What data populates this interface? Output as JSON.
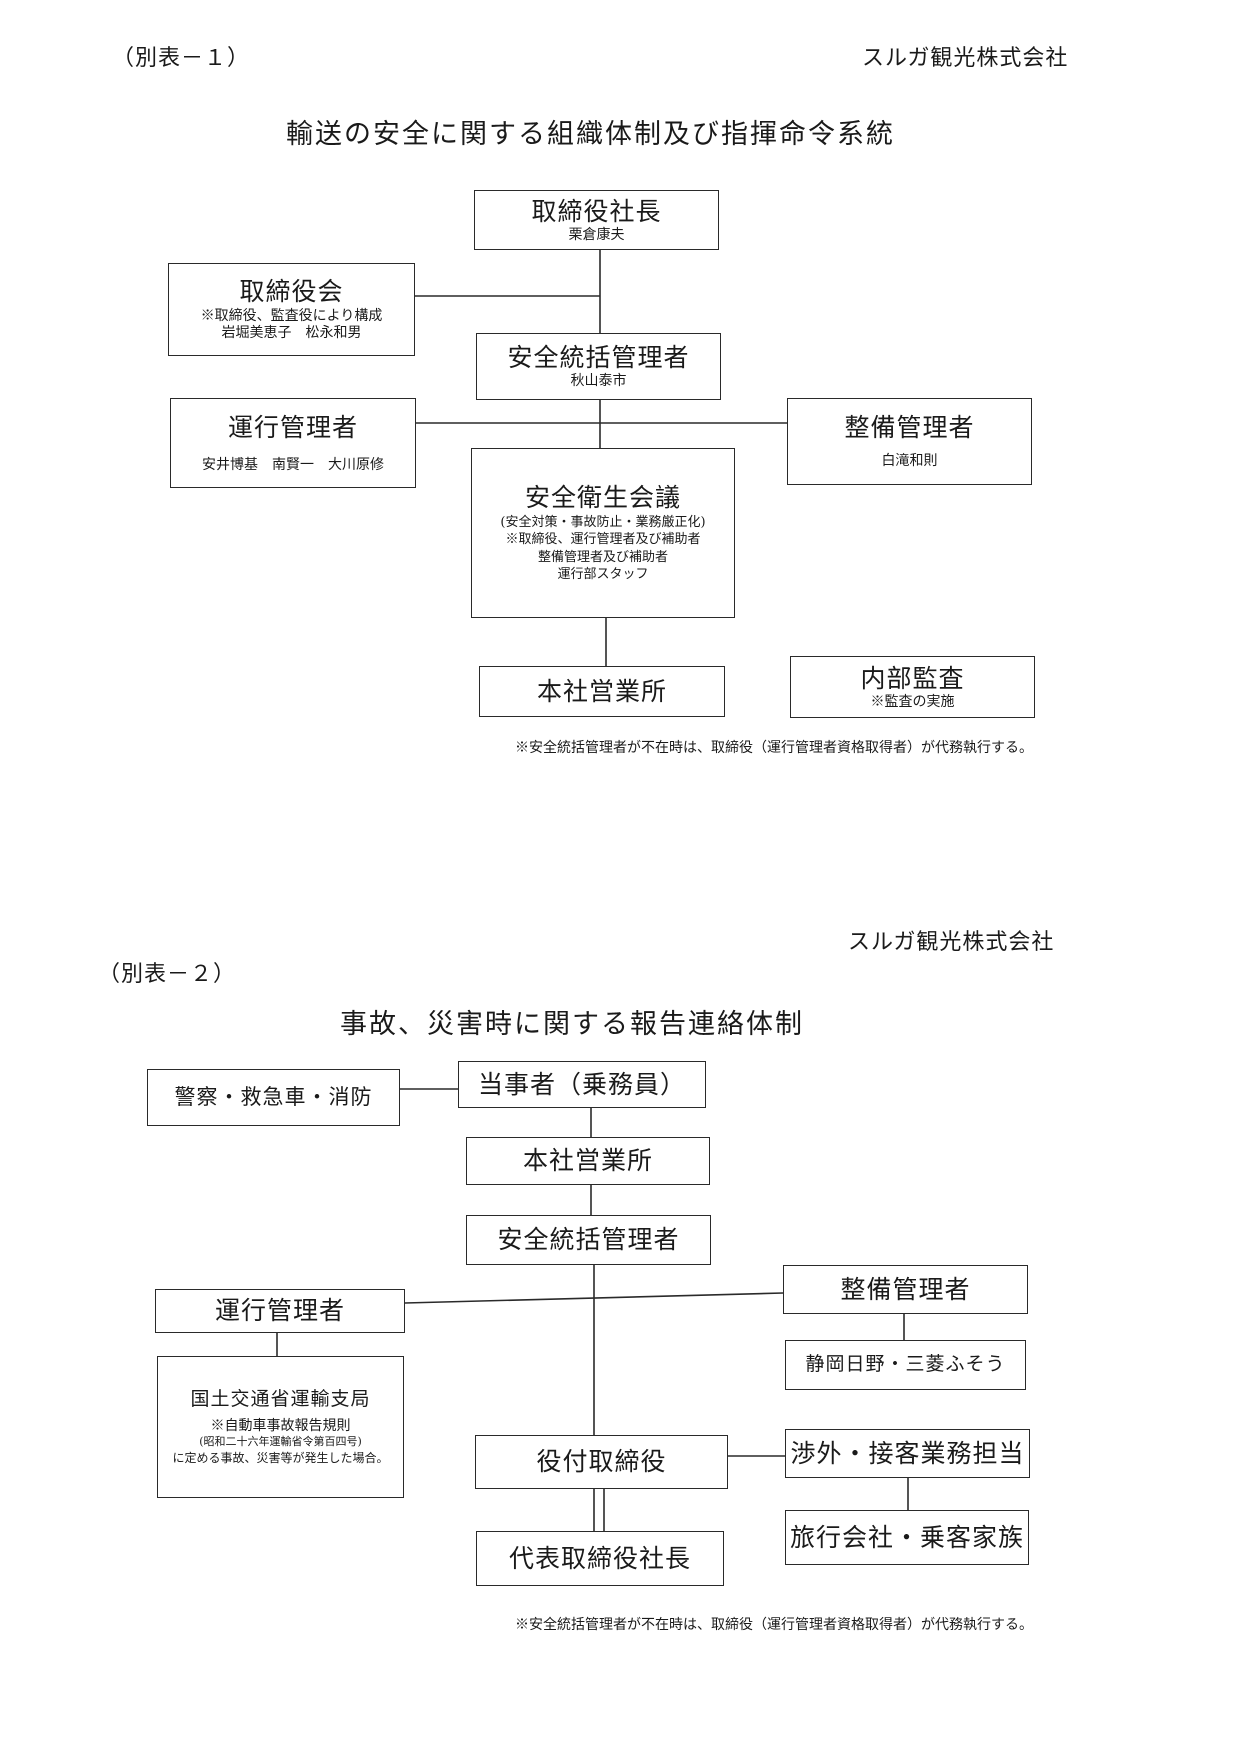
{
  "section1": {
    "label": "（別表－１）",
    "company": "スルガ観光株式会社",
    "title": "輸送の安全に関する組織体制及び指揮命令系統",
    "president": {
      "title": "取締役社長",
      "name": "栗倉康夫"
    },
    "board": {
      "title": "取締役会",
      "note": "※取締役、監査役により構成",
      "members": "岩堀美恵子　松永和男"
    },
    "safety_manager": {
      "title": "安全統括管理者",
      "name": "秋山泰市"
    },
    "operation_manager": {
      "title": "運行管理者",
      "names": "安井博基　南賢一　大川原修"
    },
    "maintenance_manager": {
      "title": "整備管理者",
      "name": "白滝和則"
    },
    "safety_council": {
      "title": "安全衛生会議",
      "line1": "(安全対策・事故防止・業務厳正化)",
      "line2": "※取締役、運行管理者及び補助者",
      "line3": "整備管理者及び補助者",
      "line4": "運行部スタッフ"
    },
    "head_office": {
      "title": "本社営業所"
    },
    "internal_audit": {
      "title": "内部監査",
      "note": "※監査の実施"
    },
    "footnote": "※安全統括管理者が不在時は、取締役（運行管理者資格取得者）が代務執行する。"
  },
  "section2": {
    "label": "（別表－２）",
    "company": "スルガ観光株式会社",
    "title": "事故、災害時に関する報告連絡体制",
    "emergency": {
      "title": "警察・救急車・消防"
    },
    "party": {
      "title": "当事者（乗務員）"
    },
    "head_office": {
      "title": "本社営業所"
    },
    "safety_manager": {
      "title": "安全統括管理者"
    },
    "operation_manager": {
      "title": "運行管理者"
    },
    "maintenance_manager": {
      "title": "整備管理者"
    },
    "dealers": {
      "title": "静岡日野・三菱ふそう"
    },
    "transport_bureau": {
      "title": "国土交通省運輸支局",
      "line1": "※自動車事故報告規則",
      "line2": "(昭和二十六年運輸省令第百四号)",
      "line3": "に定める事故、災害等が発生した場合。"
    },
    "director": {
      "title": "役付取締役"
    },
    "external": {
      "title": "渉外・接客業務担当"
    },
    "representative": {
      "title": "代表取締役社長"
    },
    "travel": {
      "title": "旅行会社・乗客家族"
    },
    "footnote": "※安全統括管理者が不在時は、取締役（運行管理者資格取得者）が代務執行する。"
  }
}
